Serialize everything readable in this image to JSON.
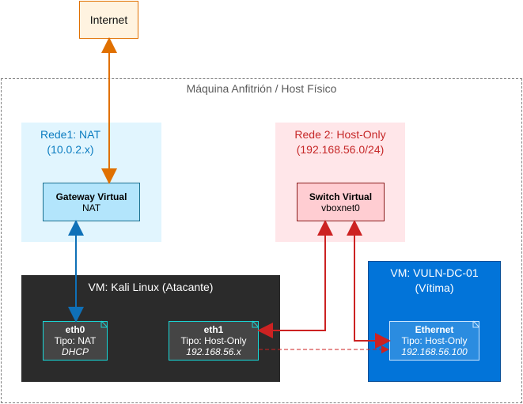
{
  "internet": {
    "label": "Internet"
  },
  "host": {
    "title": "Máquina Anfitrión / Host Físico"
  },
  "rede1": {
    "title_line1": "Rede1: NAT",
    "title_line2": "(10.0.2.x)"
  },
  "rede2": {
    "title_line1": "Rede 2: Host-Only",
    "title_line2": "(192.168.56.0/24)"
  },
  "gateway": {
    "name": "Gateway Virtual",
    "sub": "NAT"
  },
  "switch": {
    "name": "Switch Virtual",
    "sub": "vboxnet0"
  },
  "kali": {
    "title": "VM: Kali Linux (Atacante)"
  },
  "vuln": {
    "title_line1": "VM: VULN-DC-01",
    "title_line2": "(Vítima)"
  },
  "eth0": {
    "name": "eth0",
    "type": "Tipo: NAT",
    "addr": "DHCP"
  },
  "eth1": {
    "name": "eth1",
    "type": "Tipo: Host-Only",
    "addr": "192.168.56.x"
  },
  "ethernet": {
    "name": "Ethernet",
    "type": "Tipo: Host-Only",
    "addr": "192.168.56.100"
  },
  "colors": {
    "nat_link": "#e07000",
    "blue_link": "#0f70b7",
    "red_link": "#cc2222"
  }
}
